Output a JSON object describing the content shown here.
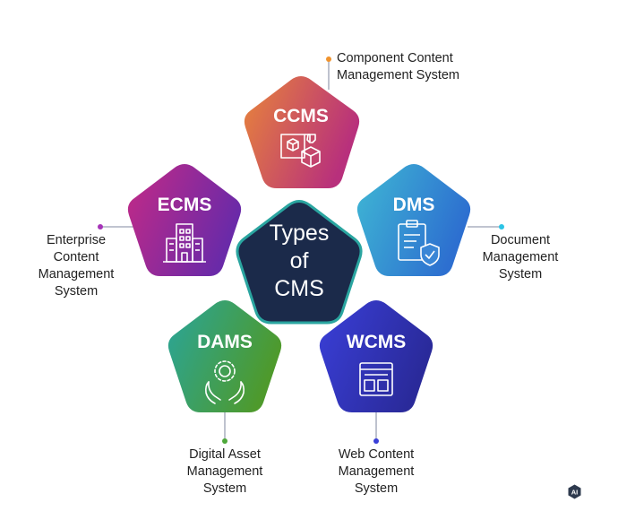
{
  "center": {
    "lines": [
      "Types",
      "of",
      "CMS"
    ]
  },
  "nodes": [
    {
      "id": "ccms",
      "label": "CCMS",
      "icon": "3d-cube-printer-icon",
      "description": [
        "Component Content",
        "Management System"
      ]
    },
    {
      "id": "ecms",
      "label": "ECMS",
      "icon": "office-building-icon",
      "description": [
        "Enterprise",
        "Content",
        "Management",
        "System"
      ]
    },
    {
      "id": "dms",
      "label": "DMS",
      "icon": "document-shield-icon",
      "description": [
        "Document",
        "Management",
        "System"
      ]
    },
    {
      "id": "dams",
      "label": "DAMS",
      "icon": "hands-holding-asset-icon",
      "description": [
        "Digital Asset",
        "Management",
        "System"
      ]
    },
    {
      "id": "wcms",
      "label": "WCMS",
      "icon": "web-layout-icon",
      "description": [
        "Web Content",
        "Management",
        "System"
      ]
    }
  ],
  "colors": {
    "ccms": [
      "#e8853a",
      "#b8307c"
    ],
    "ecms": [
      "#c42a86",
      "#6a2aa8"
    ],
    "dms": [
      "#3fb8d4",
      "#2d6fd0"
    ],
    "dams": [
      "#2aa59a",
      "#4e9a2c"
    ],
    "wcms": [
      "#3a3fd8",
      "#2a2a9a"
    ],
    "center": "#1b2a4a",
    "center_outline": "#2aa5a0",
    "connector": "#9aa0b4"
  },
  "badge": {
    "text": "AI",
    "icon": "ai-hexagon-icon"
  }
}
